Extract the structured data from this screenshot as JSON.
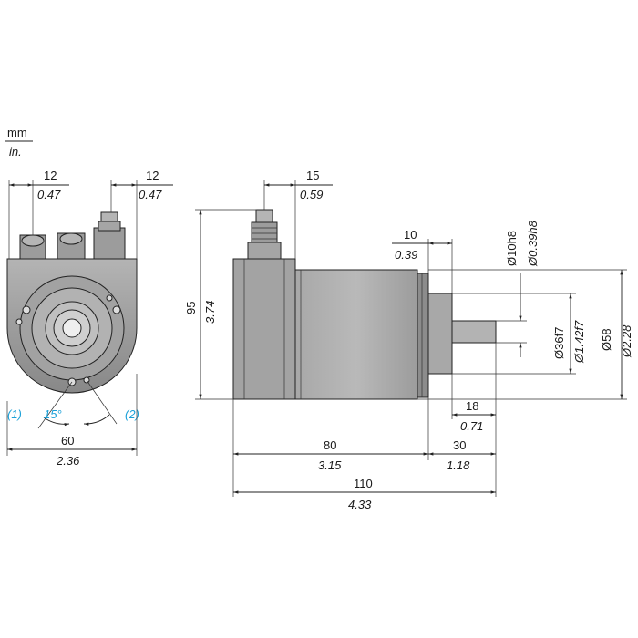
{
  "units": {
    "top": "mm",
    "bottom": "in."
  },
  "front_view": {
    "left_offset": {
      "mm": "12",
      "in": "0.47"
    },
    "right_offset": {
      "mm": "12",
      "in": "0.47"
    },
    "width": {
      "mm": "60",
      "in": "2.36"
    },
    "angle": "15°",
    "callout_1": "(1)",
    "callout_2": "(2)"
  },
  "side_view": {
    "connector_offset": {
      "mm": "15",
      "in": "0.59"
    },
    "height": {
      "mm": "95",
      "in": "3.74"
    },
    "flange_step": {
      "mm": "10",
      "in": "0.39"
    },
    "shaft_dia": {
      "mm": "Ø10h8",
      "in": "Ø0.39h8"
    },
    "pilot_dia": {
      "mm": "Ø36f7",
      "in": "Ø1.42f7"
    },
    "body_dia": {
      "mm": "Ø58",
      "in": "Ø2.28"
    },
    "shaft_len": {
      "mm": "18",
      "in": "0.71"
    },
    "body_len": {
      "mm": "80",
      "in": "3.15"
    },
    "front_len": {
      "mm": "30",
      "in": "1.18"
    },
    "total_len": {
      "mm": "110",
      "in": "4.33"
    }
  },
  "colors": {
    "body": "#9a9a9a",
    "body_dark": "#7d7d7d",
    "body_light": "#c4c4c4",
    "callout": "#1aa0d8"
  }
}
